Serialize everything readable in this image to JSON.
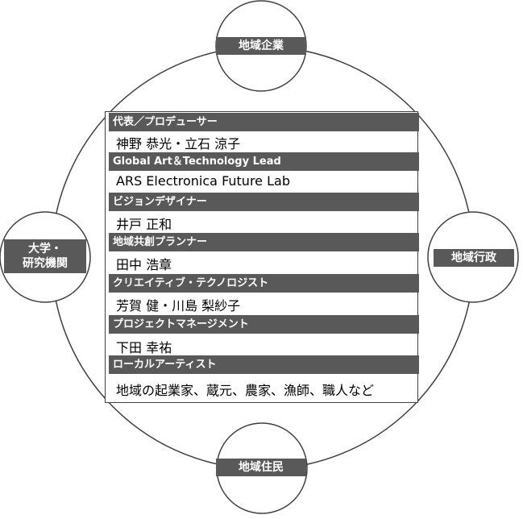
{
  "nodes": {
    "top": "地域企業",
    "left_line1": "大学・",
    "left_line2": "研究機関",
    "right": "地域行政",
    "bottom": "地域住民"
  },
  "team": [
    {
      "role": "代表／プロデューサー",
      "member": "神野 恭光・立石 涼子"
    },
    {
      "role": "Global Art＆Technology Lead",
      "member": "ARS Electronica Future Lab"
    },
    {
      "role": "ビジョンデザイナー",
      "member": "井戸 正和"
    },
    {
      "role": "地域共創プランナー",
      "member": "田中 浩章"
    },
    {
      "role": "クリエイティブ・テクノロジスト",
      "member": "芳賀 健・川島 梨紗子"
    },
    {
      "role": "プロジェクトマネージメント",
      "member": "下田 幸祐"
    },
    {
      "role": "ローカルアーティスト",
      "member": "地域の起業家、蔵元、農家、漁師、職人など"
    }
  ],
  "colors": {
    "label_bg": "#595959",
    "label_text": "#ffffff",
    "stroke": "#404040"
  }
}
